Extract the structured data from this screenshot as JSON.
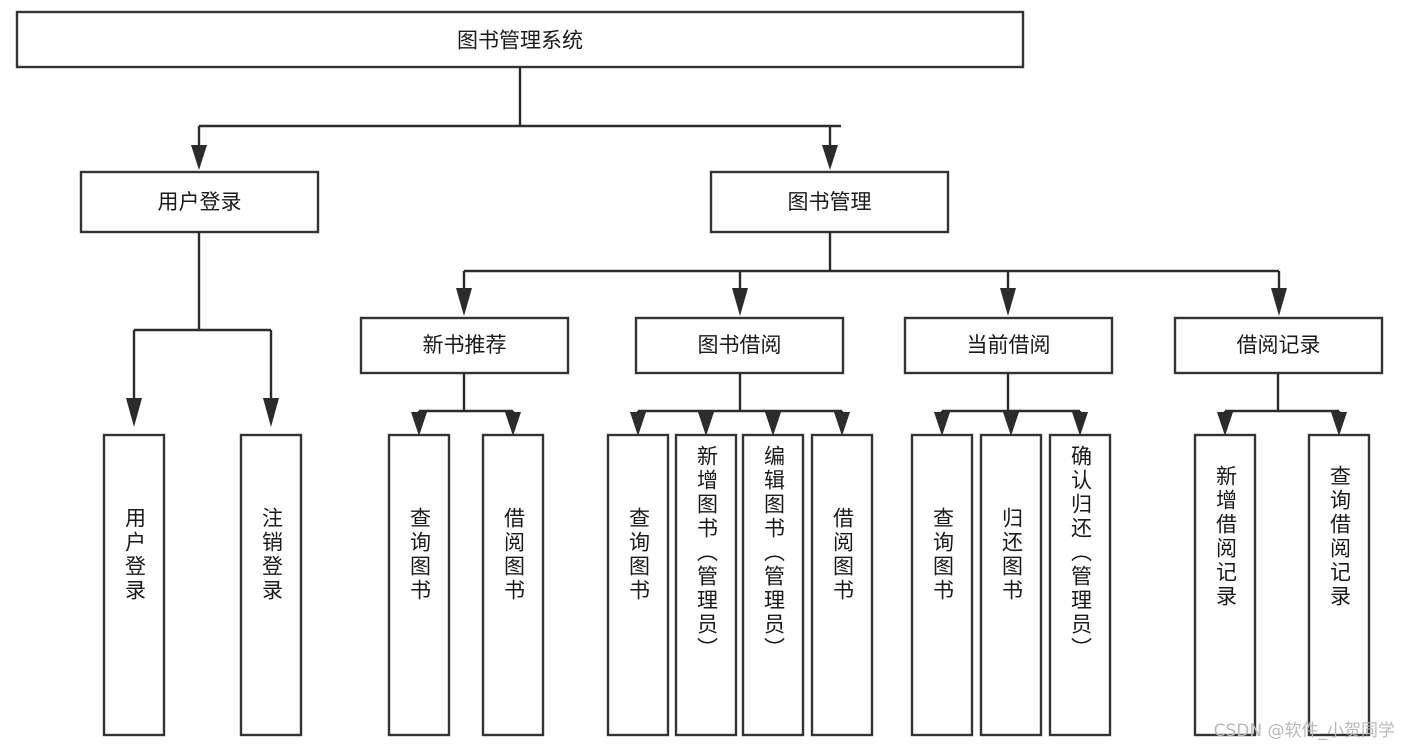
{
  "diagram": {
    "title": "图书管理系统",
    "type": "hierarchy-tree",
    "watermark": "CSDN @软件_小贺同学",
    "colors": {
      "box_stroke": "#333333",
      "box_fill": "#ffffff",
      "connector": "#2b2b2b",
      "text": "#1a1a1a",
      "watermark": "#b9b9b9",
      "background": "#ffffff"
    },
    "levels": {
      "root": {
        "label": "图书管理系统"
      },
      "level2": [
        {
          "label": "用户登录"
        },
        {
          "label": "图书管理"
        }
      ],
      "level3": [
        {
          "label": "新书推荐"
        },
        {
          "label": "图书借阅"
        },
        {
          "label": "当前借阅"
        },
        {
          "label": "借阅记录"
        }
      ],
      "leaves": {
        "user_login": [
          {
            "label": "用户登录"
          },
          {
            "label": "注销登录"
          }
        ],
        "new_book_recommend": [
          {
            "label": "查询图书"
          },
          {
            "label": "借阅图书"
          }
        ],
        "book_borrow": [
          {
            "label": "查询图书"
          },
          {
            "label": "新增图书（管理员）"
          },
          {
            "label": "编辑图书（管理员）"
          },
          {
            "label": "借阅图书"
          }
        ],
        "current_borrow": [
          {
            "label": "查询图书"
          },
          {
            "label": "归还图书"
          },
          {
            "label": "确认归还（管理员）"
          }
        ],
        "borrow_records": [
          {
            "label": "新增借阅记录"
          },
          {
            "label": "查询借阅记录"
          }
        ]
      }
    }
  }
}
